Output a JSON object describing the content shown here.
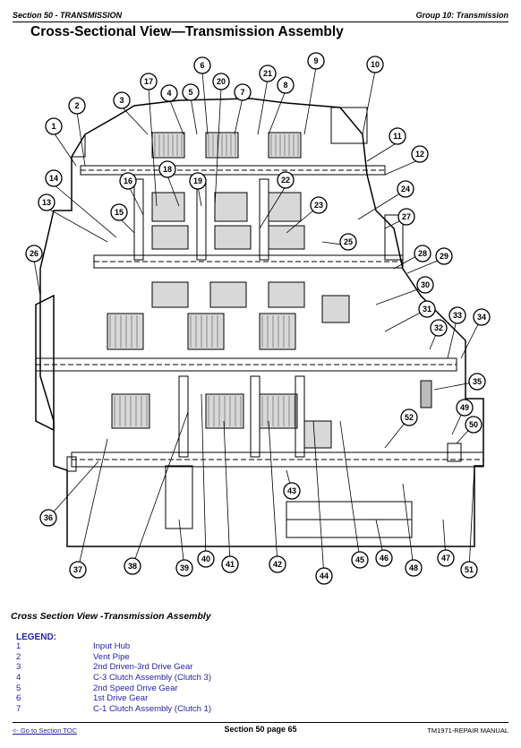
{
  "header": {
    "section": "Section 50 - TRANSMISSION",
    "group": "Group 10: Transmission"
  },
  "title": "Cross-Sectional View—Transmission Assembly",
  "diagram": {
    "callouts": [
      "1",
      "2",
      "3",
      "4",
      "5",
      "6",
      "7",
      "8",
      "9",
      "10",
      "11",
      "12",
      "13",
      "14",
      "15",
      "16",
      "17",
      "18",
      "19",
      "20",
      "21",
      "22",
      "23",
      "24",
      "25",
      "26",
      "27",
      "28",
      "29",
      "30",
      "31",
      "32",
      "33",
      "34",
      "35",
      "36",
      "37",
      "38",
      "39",
      "40",
      "41",
      "42",
      "43",
      "44",
      "45",
      "46",
      "47",
      "48",
      "49",
      "50",
      "51",
      "52"
    ]
  },
  "caption": "Cross Section View -Transmission Assembly",
  "legend": {
    "title": "LEGEND:",
    "items": [
      {
        "num": "1",
        "text": "Input Hub"
      },
      {
        "num": "2",
        "text": "Vent Pipe"
      },
      {
        "num": "3",
        "text": "2nd Driven-3rd Drive Gear"
      },
      {
        "num": "4",
        "text": "C-3 Clutch Assembly (Clutch 3)"
      },
      {
        "num": "5",
        "text": "2nd Speed Drive Gear"
      },
      {
        "num": "6",
        "text": "1st Drive Gear"
      },
      {
        "num": "7",
        "text": "C-1 Clutch Assembly (Clutch 1)"
      }
    ]
  },
  "footer": {
    "toc_link": "<- Go to Section TOC",
    "page": "Section 50 page 65",
    "manual": "TM1971-REPAIR MANUAL"
  }
}
